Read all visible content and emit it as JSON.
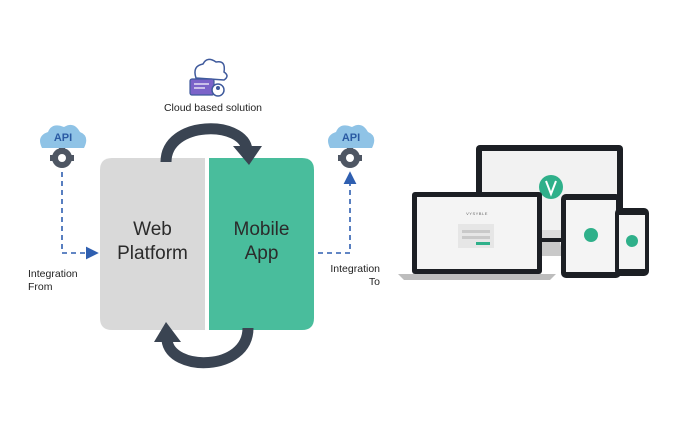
{
  "diagram": {
    "cloud_label": "Cloud based solution",
    "api_left": "API",
    "api_right": "API",
    "web_line1": "Web",
    "web_line2": "Platform",
    "mobile_line1": "Mobile",
    "mobile_line2": "App",
    "integration_from_line1": "Integration",
    "integration_from_line2": "From",
    "integration_to_line1": "Integration",
    "integration_to_line2": "To"
  },
  "devices": {
    "laptop_brand": "VYSYBLE"
  },
  "colors": {
    "web_panel": "#d9d9d9",
    "mobile_panel": "#49bd9c",
    "arrow": "#3a4452",
    "dashed": "#2f5fb0",
    "api_cloud": "#8fc3e6",
    "device_frame": "#1c1f24"
  }
}
